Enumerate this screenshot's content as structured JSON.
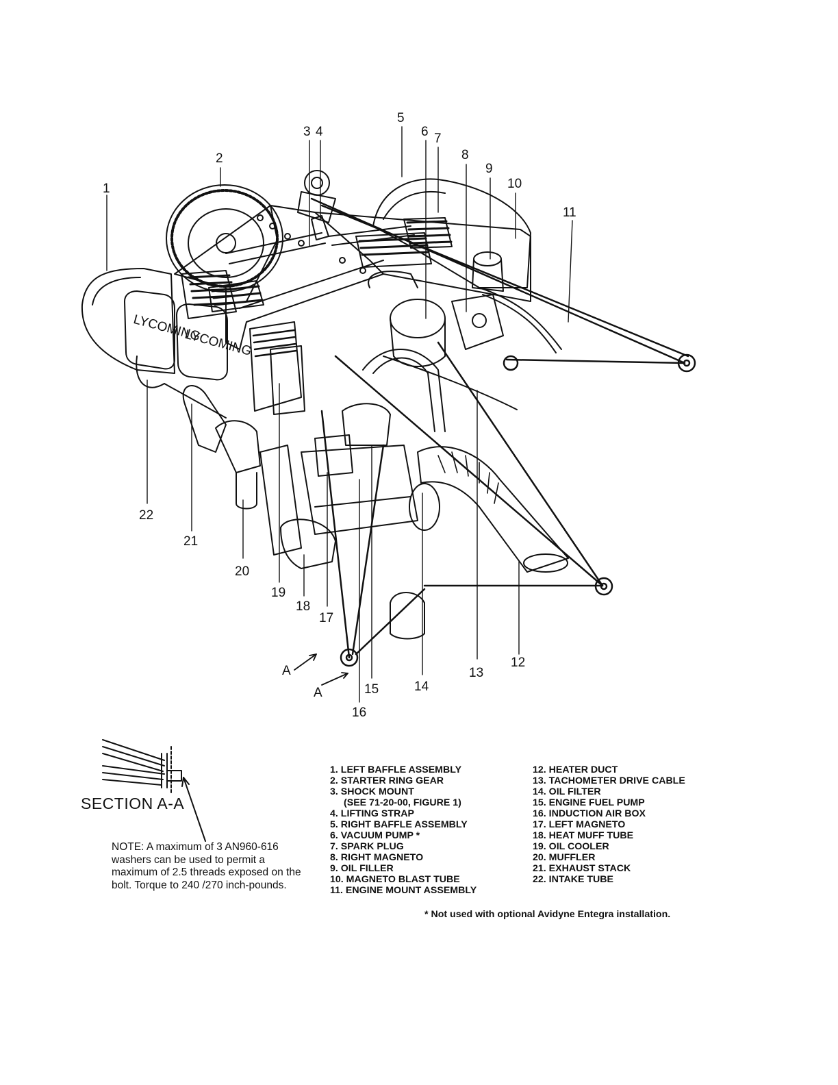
{
  "callouts": [
    "1",
    "2",
    "3",
    "4",
    "5",
    "6",
    "7",
    "8",
    "9",
    "10",
    "11",
    "12",
    "13",
    "14",
    "15",
    "16",
    "17",
    "18",
    "19",
    "20",
    "21",
    "22"
  ],
  "section_marker": "A",
  "section_title": "SECTION A-A",
  "note": "NOTE:  A maximum of 3 AN960-616 washers can be  used to permit a maximum of 2.5 threads exposed on the bolt.  Torque to 240 /270 inch-pounds.",
  "parts_left": [
    "1.  LEFT BAFFLE ASSEMBLY",
    "2.  STARTER RING GEAR",
    "3.  SHOCK MOUNT",
    "(SEE 71-20-00, FIGURE 1)",
    "4.  LIFTING STRAP",
    "5.  RIGHT BAFFLE ASSEMBLY",
    "6.  VACUUM PUMP *",
    "7.  SPARK PLUG",
    "8.  RIGHT MAGNETO",
    "9.  OIL FILLER",
    "10. MAGNETO BLAST TUBE",
    "11. ENGINE MOUNT ASSEMBLY"
  ],
  "parts_right": [
    "12. HEATER DUCT",
    "13. TACHOMETER DRIVE CABLE",
    "14. OIL FILTER",
    "15. ENGINE FUEL PUMP",
    "16. INDUCTION AIR BOX",
    "17. LEFT MAGNETO",
    "18. HEAT MUFF TUBE",
    "19. OIL COOLER",
    "20. MUFFLER",
    "21. EXHAUST STACK",
    "22. INTAKE TUBE"
  ],
  "footnote": "* Not used with optional Avidyne Entegra installation.",
  "valve_cover_text": "LYCOMING"
}
